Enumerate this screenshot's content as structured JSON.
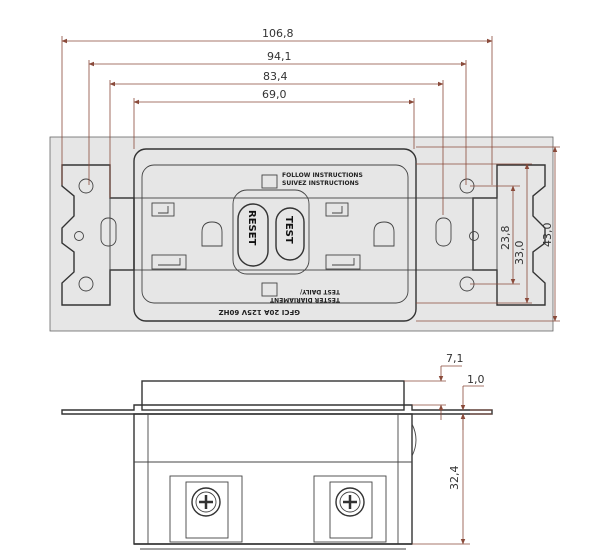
{
  "front_view": {
    "dim_width_overall": "106,8",
    "dim_width_ears": "94,1",
    "dim_width_yoke": "83,4",
    "dim_width_face": "69,0",
    "dim_height_holes": "23,8",
    "dim_height_face": "33,0",
    "dim_height_overall": "43,0",
    "label_follow_1": "FOLLOW INSTRUCTIONS",
    "label_follow_2": "SUIVEZ INSTRUCTIONS",
    "label_test_1": "TEST DAILY/",
    "label_test_2": "TESTER DIARIAMENT",
    "reset_label": "RESET",
    "test_label": "TEST",
    "rating_label": "GFCI 20A 125V 60HZ"
  },
  "side_view": {
    "dim_front_depth": "7,1",
    "dim_yoke_thickness": "1,0",
    "dim_body_depth": "32,4"
  },
  "colors": {
    "dimension": "#8a4a3a",
    "outline": "#333333",
    "background_panel": "#e6e6e6"
  }
}
